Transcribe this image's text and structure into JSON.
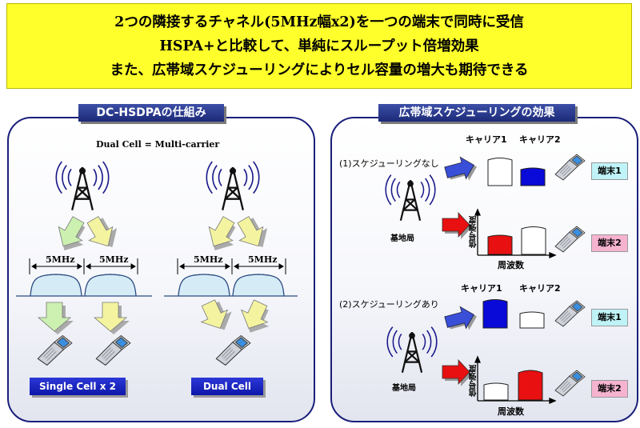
{
  "banner": {
    "line1": "2つの隣接するチャネル(5MHz幅x2)を一つの端末で同時に受信",
    "line2": "HSPA+と比較して、単純にスループット倍増効果",
    "line3": "また、広帯域スケジューリングによりセル容量の増大も期待できる"
  },
  "left_panel": {
    "title": "DC-HSDPAの仕組み",
    "subtitle": "Dual Cell = Multi-carrier",
    "band_label": "5MHz",
    "single_label": "Single Cell x 2",
    "dual_label": "Dual Cell"
  },
  "right_panel": {
    "title": "広帯域スケジューリングの効果",
    "case1": "(1)スケジューリングなし",
    "case2": "(2)スケジューリングあり",
    "carrier1": "キャリア1",
    "carrier2": "キャリア2",
    "base_station": "基地局",
    "terminal1": "端末1",
    "terminal2": "端末2",
    "y_axis": "信号強度",
    "x_axis": "周波数"
  },
  "colors": {
    "banner": "#ffff2b",
    "panel_border": "#1a1f7a",
    "blue_block": "#0a0ad8",
    "red_block": "#e81010",
    "green_arrow": "#ccf0b0",
    "yellow_arrow": "#f4f4a0"
  }
}
